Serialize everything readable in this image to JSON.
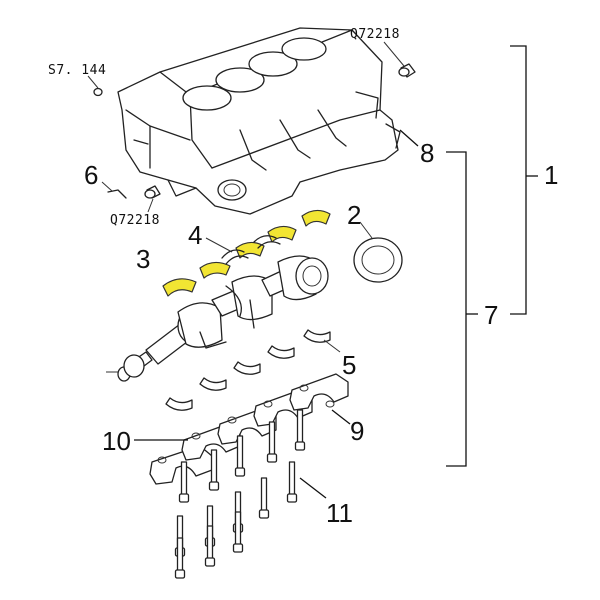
{
  "labels": {
    "part_1": "1",
    "part_2": "2",
    "part_3": "3",
    "part_4": "4",
    "part_5": "5",
    "part_6": "6",
    "part_7": "7",
    "part_8": "8",
    "part_9": "9",
    "part_10": "10",
    "part_11": "11",
    "ref_s7144": "S7. 144",
    "ref_q72218_top": "Q72218",
    "ref_q72218_left": "Q72218"
  },
  "colors": {
    "highlight": "#f2e533",
    "line": "#222222",
    "background": "#ffffff"
  }
}
